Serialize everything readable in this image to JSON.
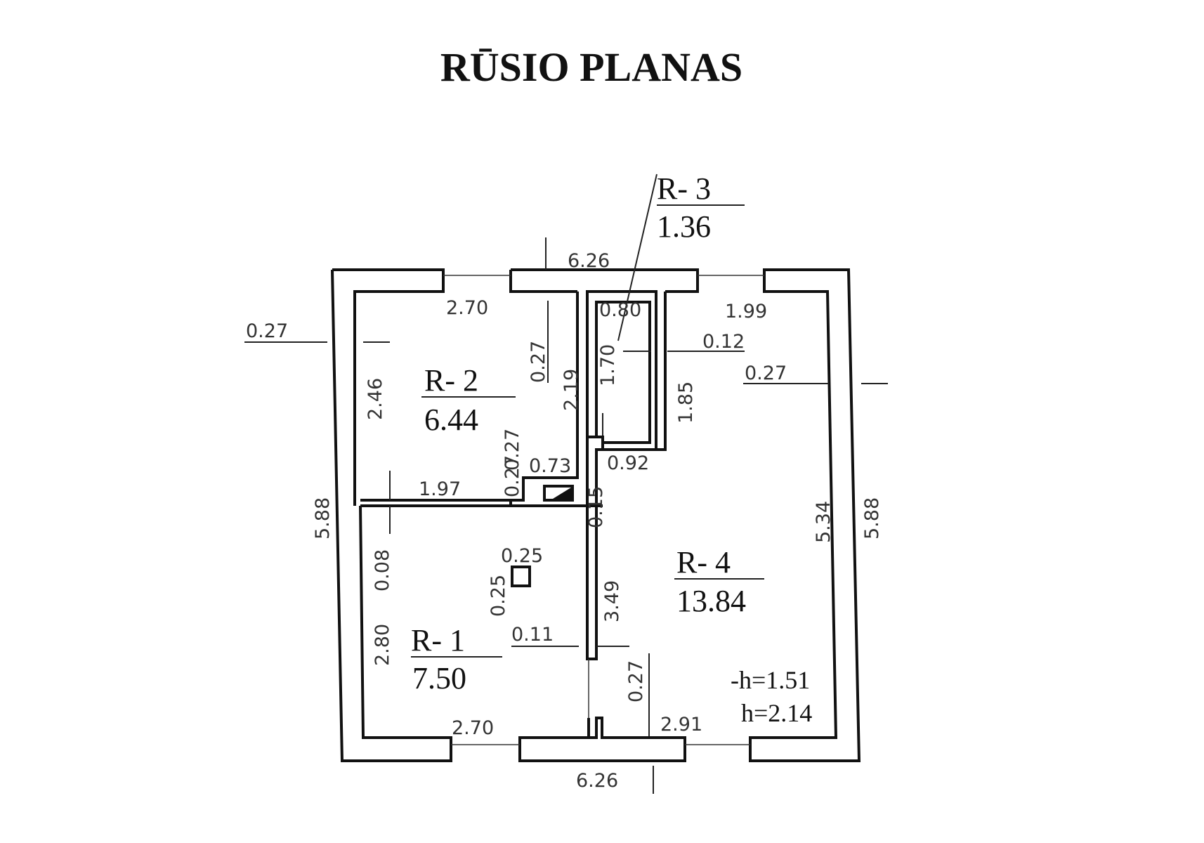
{
  "title": "RŪSIO PLANAS",
  "rooms": [
    {
      "name": "R- 1",
      "area": "7.50"
    },
    {
      "name": "R- 2",
      "area": "6.44"
    },
    {
      "name": "R- 3",
      "area": "1.36"
    },
    {
      "name": "R- 4",
      "area": "13.84"
    }
  ],
  "heights": {
    "low": "-h=1.51",
    "high": "h=2.14"
  },
  "dimensions": {
    "top_total": "6.26",
    "bottom_total": "6.26",
    "left_total": "5.88",
    "right_total": "5.88",
    "outer_wall_left": "0.27",
    "outer_wall_right": "0.27",
    "r2_width": "2.70",
    "r2_top_wall": "0.27",
    "r2_height": "2.46",
    "r2_inner_height": "2.19",
    "r3_width": "0.80",
    "r3_height": "1.70",
    "r3_wall": "0.12",
    "r4_width_top": "1.99",
    "r4_height_upper": "1.85",
    "corridor_width": "0.92",
    "chimney_wall": "0.27",
    "chimney_width": "0.73",
    "r2_bottom_width": "1.97",
    "chimney_gap": "0.15",
    "r1_partition": "0.08",
    "column_width": "0.25",
    "column_height": "0.25",
    "r1_height": "2.80",
    "r1_partition_wall": "0.11",
    "r4_lower_height": "3.49",
    "r4_height": "5.34",
    "r1_width": "2.70",
    "bottom_wall": "0.27",
    "r4_bottom_width": "2.91"
  }
}
